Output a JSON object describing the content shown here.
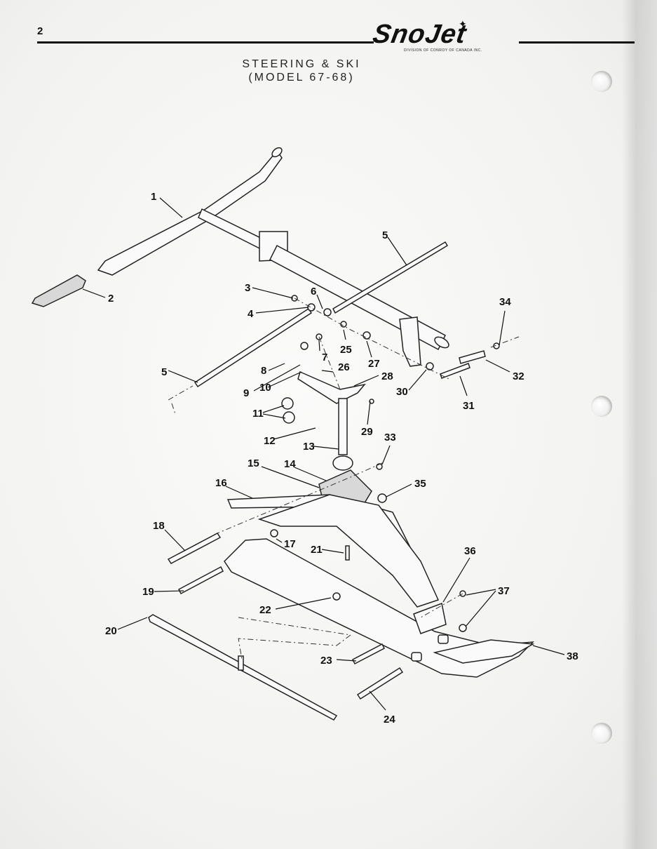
{
  "header": {
    "page_number": "2",
    "brand_name": "SnoJet",
    "brand_subtitle": "DIVISION OF CONROY OF CANADA INC.",
    "title_line1": "STEERING & SKI",
    "title_line2": "(MODEL 67-68)"
  },
  "callouts": [
    "1",
    "2",
    "3",
    "4",
    "5",
    "5",
    "6",
    "7",
    "8",
    "9",
    "10",
    "11",
    "12",
    "13",
    "14",
    "15",
    "16",
    "17",
    "18",
    "19",
    "20",
    "21",
    "22",
    "23",
    "24",
    "25",
    "26",
    "27",
    "28",
    "29",
    "30",
    "31",
    "32",
    "33",
    "34",
    "35",
    "36",
    "37",
    "38"
  ]
}
